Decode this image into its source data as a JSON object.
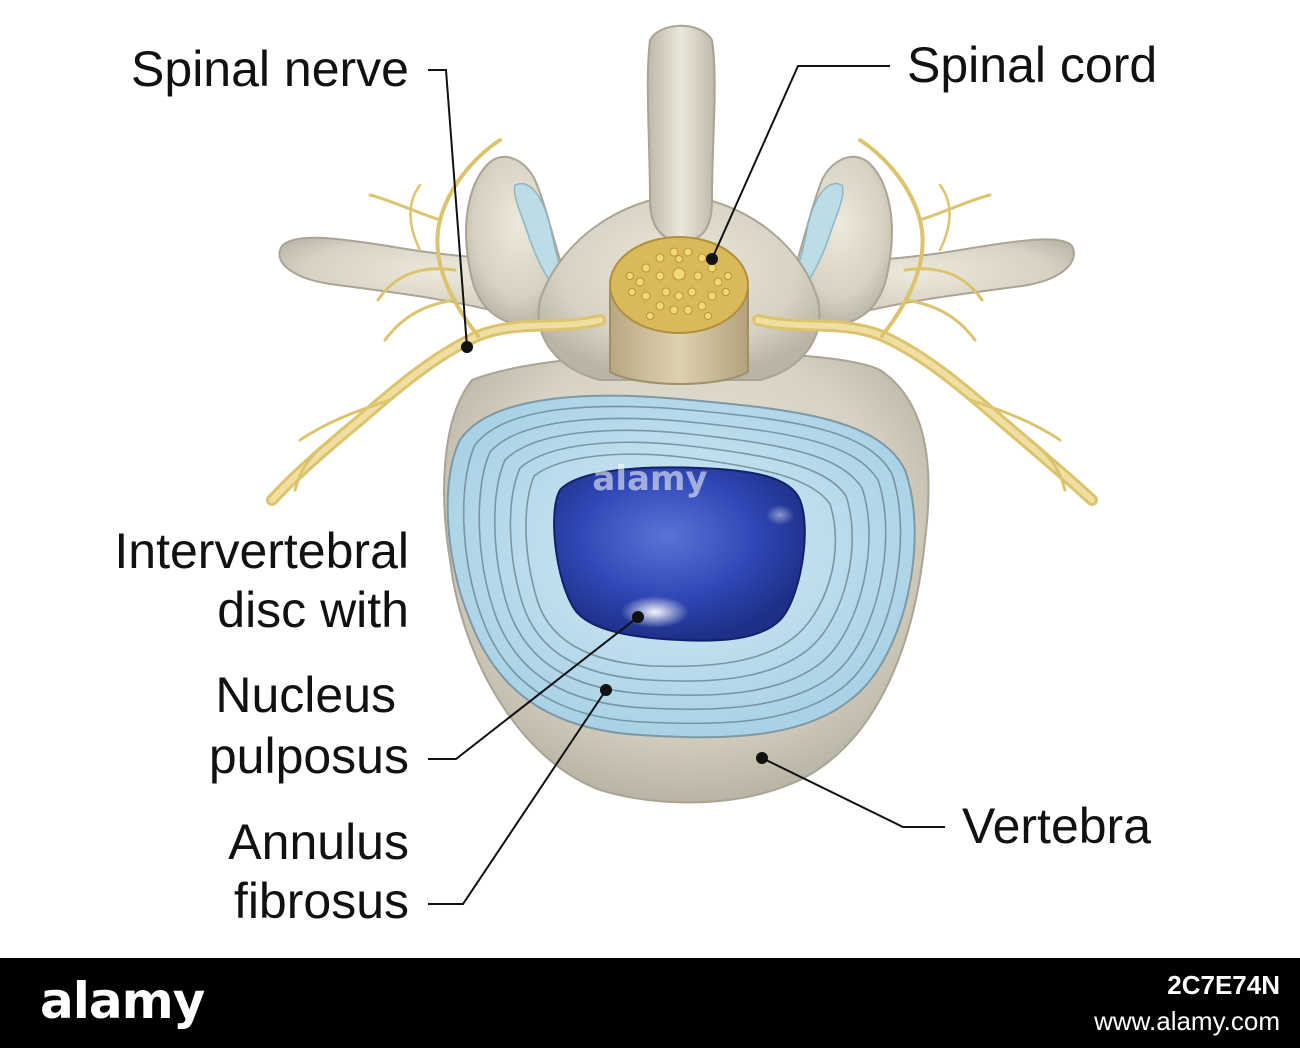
{
  "labels": {
    "spinal_nerve": "Spinal nerve",
    "spinal_cord": "Spinal cord",
    "intervertebral_line1": "Intervertebral",
    "intervertebral_line2": "disc with",
    "nucleus_line1": "Nucleus",
    "nucleus_line2": "pulposus",
    "annulus_line1": "Annulus",
    "annulus_line2": "fibrosus",
    "vertebra": "Vertebra"
  },
  "watermark": "alamy",
  "footer": {
    "brand": "alamy",
    "image_id": "2C7E74N",
    "url": "www.alamy.com"
  },
  "colors": {
    "bone": "#d8d3c2",
    "nerve": "#e8d488",
    "annulus": "#b9dcec",
    "nucleus": "#2c44b8",
    "leader_line": "#111111"
  }
}
